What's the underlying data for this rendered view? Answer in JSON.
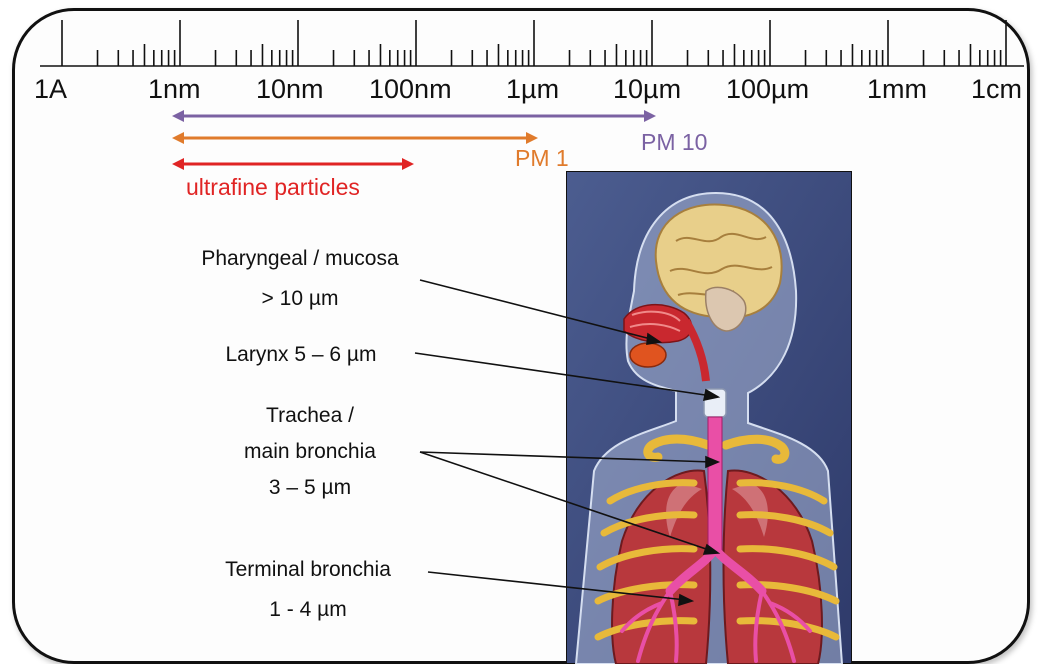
{
  "scale": {
    "labels": [
      "1A",
      "1nm",
      "10nm",
      "100nm",
      "1µm",
      "10µm",
      "100µm",
      "1mm",
      "1cm"
    ]
  },
  "ranges": {
    "pm10": {
      "label": "PM 10",
      "color": "#7b62a3"
    },
    "pm1": {
      "label": "PM 1",
      "color": "#e07b2c"
    },
    "ultrafine": {
      "label": "ultrafine particles",
      "color": "#e02424"
    }
  },
  "zones": {
    "pharyngeal": {
      "line1": "Pharyngeal / mucosa",
      "line2": "> 10 µm"
    },
    "larynx": {
      "line1": "Larynx  5 – 6 µm"
    },
    "trachea": {
      "line1": "Trachea /",
      "line2": "main bronchia",
      "line3": "3 – 5 µm"
    },
    "terminal": {
      "line1": "Terminal bronchia",
      "line2": "1 - 4 µm"
    }
  }
}
